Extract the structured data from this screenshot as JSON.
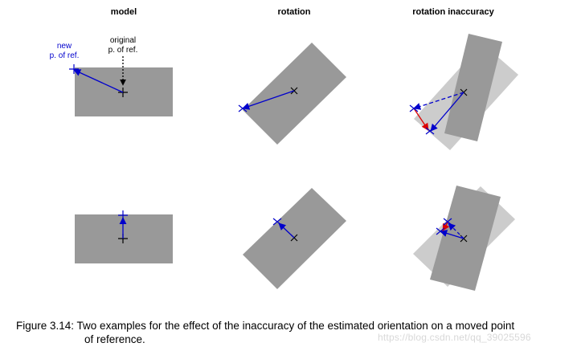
{
  "columns": {
    "model": "model",
    "rotation": "rotation",
    "rotation_inaccuracy": "rotation inaccuracy"
  },
  "annotations": {
    "new_ref_line1": "new",
    "new_ref_line2": "p. of ref.",
    "original_ref_line1": "original",
    "original_ref_line2": "p. of ref."
  },
  "caption": {
    "line1": "Figure 3.14: Two examples for the effect of the inaccuracy of the estimated orientation on a moved point",
    "line2": "of reference."
  },
  "watermark": "https://blog.csdn.net/qq_39025596",
  "colors": {
    "shape": "#999999",
    "ghost_shape": "#cccccc",
    "vector": "#0000cc",
    "error": "#dd0000",
    "marker": "#000000"
  }
}
